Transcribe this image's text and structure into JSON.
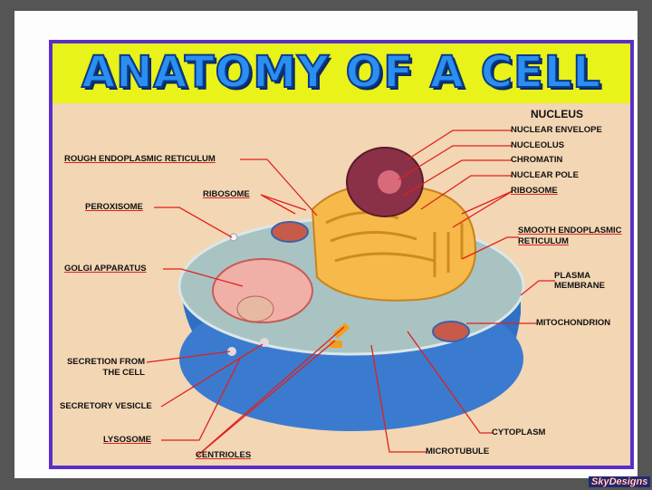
{
  "title": "ANATOMY OF A CELL",
  "nucleus_heading": "NUCLEUS",
  "labels": {
    "nuclear_envelope": "NUCLEAR ENVELOPE",
    "nucleolus": "NUCLEOLUS",
    "chromatin": "CHROMATIN",
    "nuclear_pole": "NUCLEAR POLE",
    "ribosome_right": "RIBOSOME",
    "smooth_er_1": "SMOOTH ENDOPLASMIC",
    "smooth_er_2": "RETICULUM",
    "plasma_1": "PLASMA",
    "plasma_2": "MEMBRANE",
    "mitochondrion": "MITOCHONDRION",
    "cytoplasm": "CYTOPLASM",
    "microtubule": "MICROTUBULE",
    "centrioles": "CENTRIOLES",
    "lysosome": "LYSOSOME",
    "secretory_vesicle": "SECRETORY VESICLE",
    "secretion_1": "SECRETION FROM",
    "secretion_2": "THE CELL",
    "golgi": "GOLGI APPARATUS",
    "peroxisome": "PEROXISOME",
    "ribosome_left": "RIBOSOME",
    "rough_er": "ROUGH ENDOPLASMIC RETICULUM"
  },
  "logo": "SkyDesigns",
  "colors": {
    "frame": "#5a2fc8",
    "header": "#e9f219",
    "title": "#2a8ff0",
    "background": "#f3d6b4",
    "leader_lines": "#e0201c"
  }
}
